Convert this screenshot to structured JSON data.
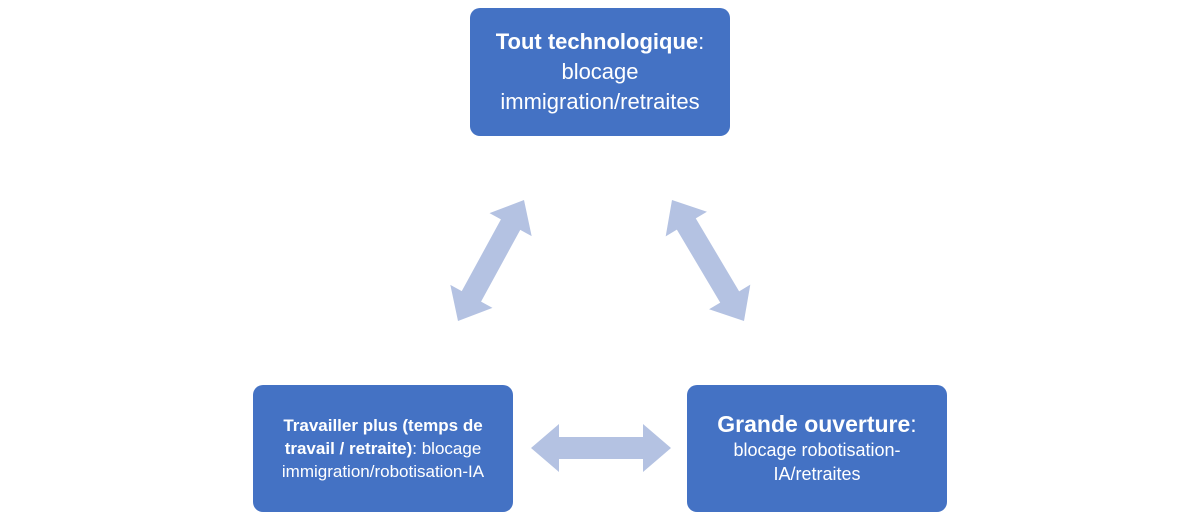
{
  "nodes": {
    "top": {
      "title": "Tout technologique",
      "sep": ":",
      "text": " blocage immigration/retraites"
    },
    "bottom_left": {
      "title": "Travailler plus (temps de travail / retraite)",
      "sep": ":",
      "text": " blocage immigration/robotisation-IA"
    },
    "bottom_right": {
      "title": "Grande ouverture",
      "sep": ":",
      "text": "blocage robotisation-IA/retraites"
    }
  },
  "colors": {
    "box": "#4472C4",
    "arrow": "#B4C2E2",
    "text": "#FFFFFF"
  }
}
